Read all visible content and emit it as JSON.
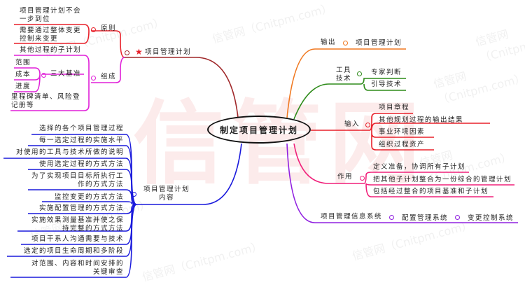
{
  "watermark": "信管网（Cnitpm.com）",
  "watermark_big": "信管网",
  "center": "制定项目管理计划",
  "left": {
    "plan": {
      "label": "项目管理计划",
      "principle": {
        "label": "原则",
        "items": [
          "项目管理计划不会一步到位",
          "需要通过整体变更控制来变更"
        ]
      },
      "composition": {
        "label": "组成",
        "sub_plans": "其他过程的子计划",
        "baselines": {
          "label": "三大基准",
          "items": [
            "范围",
            "成本",
            "进度"
          ]
        },
        "others": "里程碑清单、风险登记册等"
      }
    },
    "content": {
      "label": "项目管理计划内容",
      "items": [
        "选择的各个项目管理过程",
        "每一选定过程的实施水平",
        "对使用的工具与技术所做的说明",
        "使用选定过程的方式方法",
        "为了实现项目目标所执行工作的方式方法",
        "监控变更的方式方法",
        "实施配置管理的方式方法",
        "实施效果测量基准并使之保持完整的方式方法",
        "项目干系人沟通需要与技术",
        "选定的项目生命周期和多阶段",
        "对范围、内容和时间安排的关键审查"
      ]
    }
  },
  "right": {
    "output": {
      "label": "输出",
      "items": [
        "项目管理计划"
      ]
    },
    "tools": {
      "label": "工具技术",
      "items": [
        "专家判断",
        "引导技术"
      ]
    },
    "input": {
      "label": "输入",
      "items": [
        "项目章程",
        "其他规划过程的输出结果",
        "事业环境因素",
        "组织过程资产"
      ]
    },
    "role": {
      "label": "作用",
      "items": [
        "定义准备，协调所有子计划",
        "把其他子计划整合为一份综合的管理计划",
        "包括经过整合的项目基准和子计划"
      ]
    },
    "pmis": {
      "label": "项目管理信息系统",
      "items": [
        "配置管理系统",
        "变更控制系统"
      ]
    }
  },
  "colors": {
    "plan": "#a0282a",
    "principle": "#e8202a",
    "composition": "#e020d8",
    "content": "#1a1adc",
    "output": "#f07820",
    "tools": "#2e8b1a",
    "input": "#e8202a",
    "role": "#f0207a",
    "pmis": "#9020e0"
  }
}
